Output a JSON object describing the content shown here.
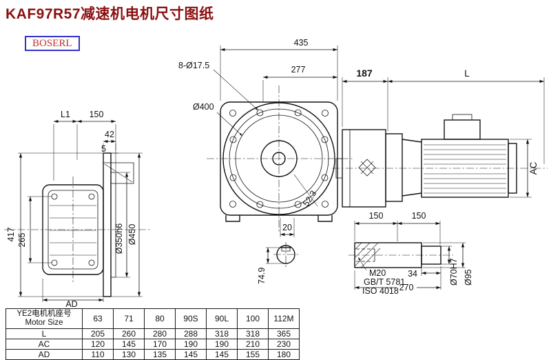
{
  "page": {
    "title": "KAF97R57减速机电机尺寸图纸",
    "logo_text": "BOSERL"
  },
  "front_view": {
    "dim_width": "435",
    "bolt_holes": "8-Ø17.5",
    "dim_partial": "277",
    "flange_diameter": "Ø400",
    "dim_key": "20",
    "dim_shaft_height": "74.9",
    "dim_angle": "52.3"
  },
  "left_view": {
    "dim_l1": "L1",
    "dim_150": "150",
    "dim_42": "42",
    "dim_5": "5",
    "dim_417": "417",
    "dim_265": "265",
    "dim_ad": "AD",
    "spigot_diameter": "Ø350h6",
    "flange_od": "Ø450"
  },
  "motor_view": {
    "dim_187": "187",
    "dim_l": "L",
    "dim_ac": "AC"
  },
  "shaft_detail": {
    "dim_150_left": "150",
    "dim_150_right": "150",
    "thread_label": "M20",
    "std_gb": "GB/T 5781",
    "std_iso": "ISO 4018",
    "dim_34": "34",
    "dim_270": "270",
    "shaft_diameter": "Ø70H7",
    "hub_diameter": "Ø95"
  },
  "table": {
    "header_cn": "YE2电机机座号",
    "header_en": "Motor Size",
    "sizes": [
      "63",
      "71",
      "80",
      "90S",
      "90L",
      "100",
      "112M"
    ],
    "rows": [
      {
        "label": "L",
        "values": [
          "205",
          "260",
          "280",
          "288",
          "318",
          "318",
          "365"
        ]
      },
      {
        "label": "AC",
        "values": [
          "120",
          "145",
          "170",
          "190",
          "190",
          "210",
          "230"
        ]
      },
      {
        "label": "AD",
        "values": [
          "110",
          "130",
          "135",
          "145",
          "145",
          "155",
          "180"
        ]
      }
    ]
  }
}
